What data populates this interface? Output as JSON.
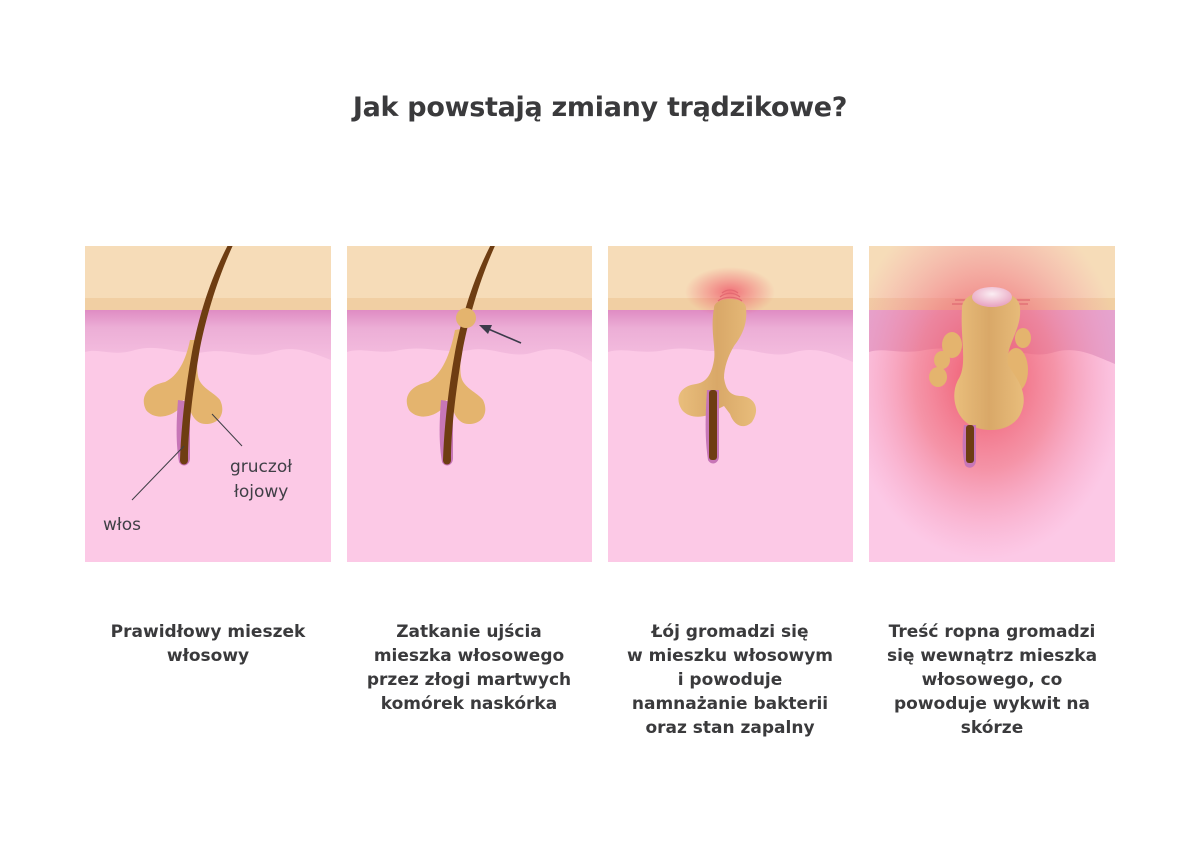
{
  "title": "Jak powstają zmiany trądzikowe?",
  "colors": {
    "epidermis": "#f6dcb8",
    "epidermis_base": "#f1cfa3",
    "dermis_top": "#e9a6cf",
    "dermis": "#fcc9e6",
    "sebum": "#e4b46e",
    "hair": "#6e3d12",
    "sheath": "#c776b7",
    "inflammation": "#ef5f6f",
    "text": "#3a3a3c"
  },
  "panels": [
    {
      "id": "normal",
      "labels": {
        "hair": "włos",
        "gland_line1": "gruczoł",
        "gland_line2": "łojowy"
      },
      "caption": [
        "Prawidłowy mieszek",
        "włosowy"
      ]
    },
    {
      "id": "clogged",
      "caption": [
        "Zatkanie ujścia",
        "mieszka włosowego",
        "przez złogi martwych",
        "komórek naskórka"
      ]
    },
    {
      "id": "inflamed",
      "caption": [
        "Łój gromadzi się",
        "w mieszku włosowym",
        "i powoduje",
        "namnażanie bakterii",
        "oraz stan zapalny"
      ]
    },
    {
      "id": "pustule",
      "caption": [
        "Treść ropna gromadzi",
        "się wewnątrz mieszka",
        "włosowego, co",
        "powoduje wykwit na",
        "skórze"
      ]
    }
  ]
}
